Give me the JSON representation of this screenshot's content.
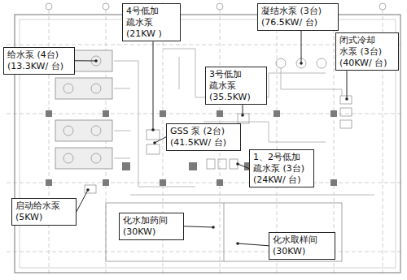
{
  "diagram": {
    "nodes": [
      {
        "text": [
          "4号低加 疏水泵 (21KW )"
        ]
      },
      {
        "text": [
          "凝结水泵 (3台) (76.5KW/ 台)"
        ]
      },
      {
        "text": [
          "闭式冷却 水泵 (3台) (40KW/ 台)"
        ]
      },
      {
        "text": [
          "给水泵 (4台) (13.3KW/ 台)"
        ]
      },
      {
        "text": [
          "3号低加 疏水泵 (35.5KW)"
        ]
      },
      {
        "text": [
          "GSS 泵 (2台) (41.5KW/ 台)"
        ]
      },
      {
        "text": [
          "1、2号低加 疏水泵 (3台) (24KW/ 台)"
        ]
      },
      {
        "text": [
          "启动给水泵 (5KW)"
        ]
      },
      {
        "text": [
          "化水加药间 (30KW)"
        ]
      },
      {
        "text": [
          "化水取样间 (30KW)"
        ]
      }
    ]
  }
}
